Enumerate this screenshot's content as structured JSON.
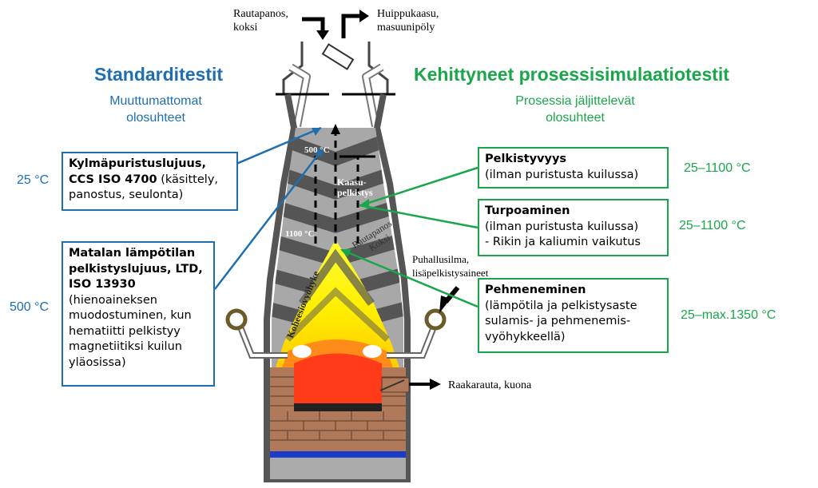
{
  "left": {
    "heading": "Standarditestit",
    "subheading": [
      "Muuttumattomat",
      "olosuhteet"
    ],
    "box1": {
      "lines": [
        {
          "bold": "Kylmäpuristuslujuus,",
          "text": ""
        },
        {
          "bold": "CCS ISO 4700",
          "text": " (käsittely,"
        },
        {
          "bold": "",
          "text": "panostus, seulonta)"
        }
      ],
      "temp": "25 °C"
    },
    "box2": {
      "lines": [
        {
          "bold": "Matalan lämpötilan",
          "text": ""
        },
        {
          "bold": "pelkistyslujuus, LTD,",
          "text": ""
        },
        {
          "bold": "ISO 13930",
          "text": ""
        },
        {
          "bold": "",
          "text": "(hienoaineksen"
        },
        {
          "bold": "",
          "text": "muodostuminen, kun"
        },
        {
          "bold": "",
          "text": "hematiitti pelkistyy"
        },
        {
          "bold": "",
          "text": "magnetiitiksi kuilun"
        },
        {
          "bold": "",
          "text": "yläosissa)"
        }
      ],
      "temp": "500 °C"
    }
  },
  "right": {
    "heading": "Kehittyneet prosessisimulaatiotestit",
    "subheading": [
      "Prosessia jäljittelevät",
      "olosuhteet"
    ],
    "box1": {
      "lines": [
        {
          "bold": "Pelkistyvyys",
          "text": ""
        },
        {
          "bold": "",
          "text": "(ilman puristusta kuilussa)"
        }
      ],
      "temp": "25–1100 °C"
    },
    "box2": {
      "lines": [
        {
          "bold": "Turpoaminen",
          "text": ""
        },
        {
          "bold": "",
          "text": "(ilman puristusta kuilussa)"
        },
        {
          "bold": "",
          "text": " - Rikin ja kaliumin vaikutus"
        }
      ],
      "temp": "25–1100 °C"
    },
    "box3": {
      "lines": [
        {
          "bold": "Pehmeneminen",
          "text": ""
        },
        {
          "bold": "",
          "text": "(lämpötila ja pelkistysaste"
        },
        {
          "bold": "",
          "text": "sulamis- ja pehmenemis-"
        },
        {
          "bold": "",
          "text": "vyöhykkeellä)"
        }
      ],
      "temp": "25–max.1350 °C"
    }
  },
  "furnace": {
    "top_input": [
      "Rautapanos,",
      "koksi"
    ],
    "top_output": [
      "Huippukaasu,",
      "masuunipöly"
    ],
    "blast": [
      "Puhallusilma,",
      "lisäpelkistysaineet"
    ],
    "tap": "Raakarauta, kuona",
    "t500": "500 °C",
    "t1100": "1100 °C",
    "gas_reduction": [
      "Kaasu-",
      "pelkistys"
    ],
    "burden": [
      "Rautapanos",
      "Koksi"
    ],
    "cohesive": "Koheesiovyöhyke"
  }
}
